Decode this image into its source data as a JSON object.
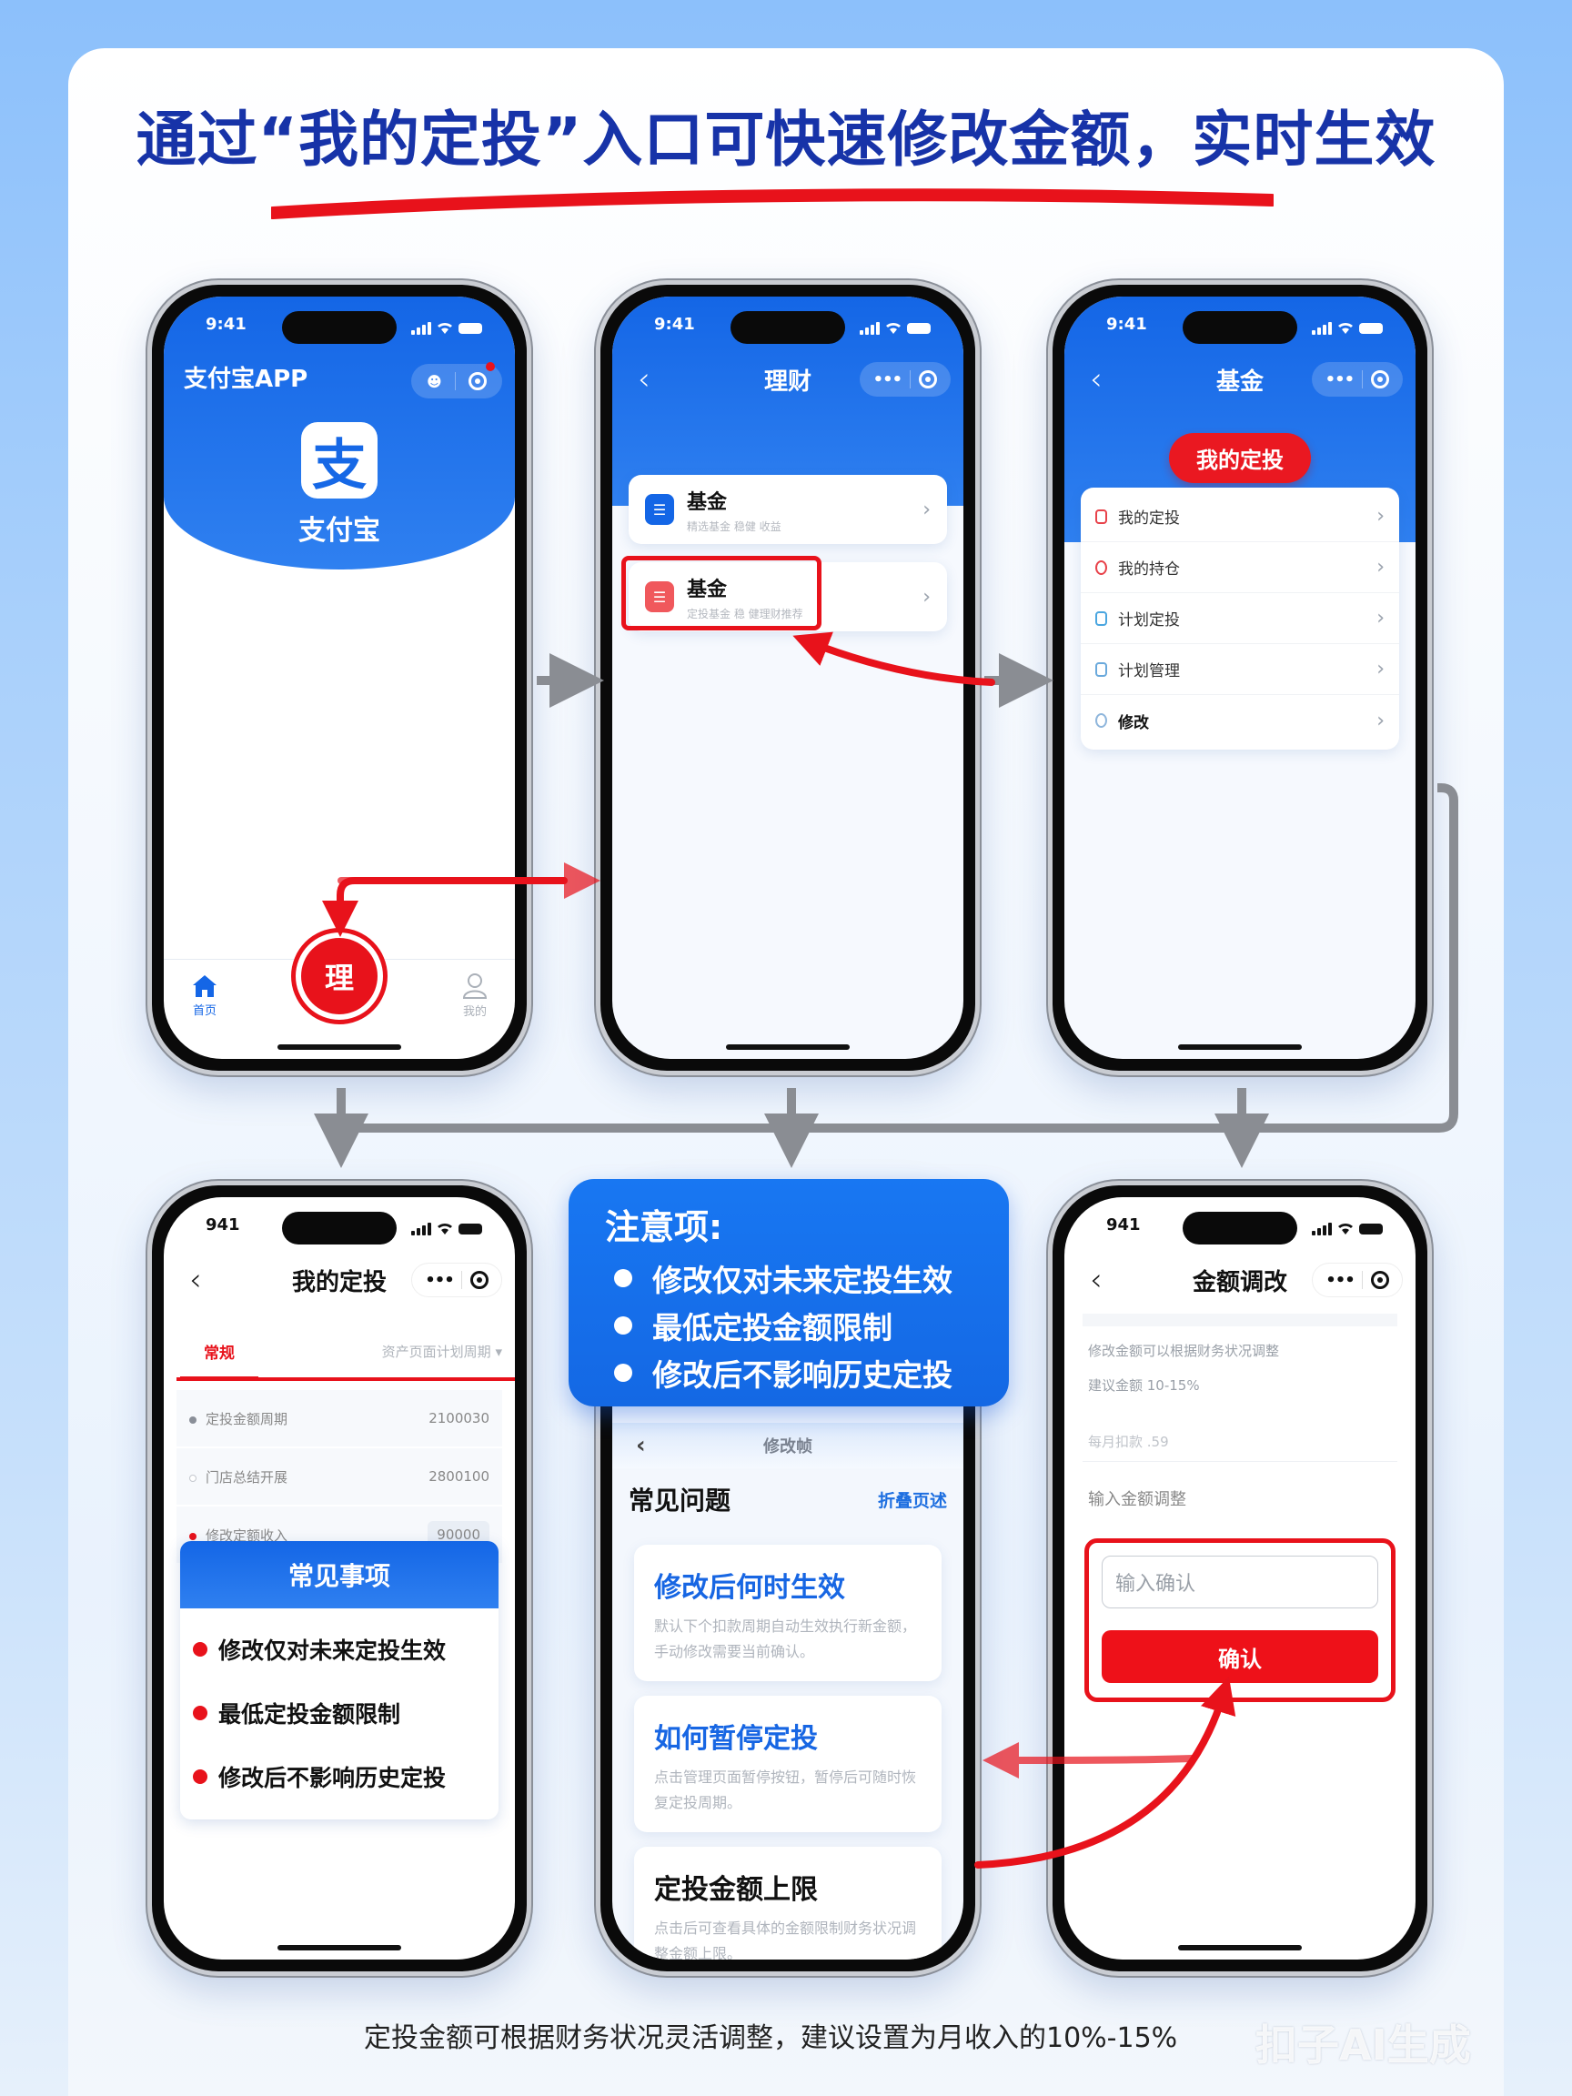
{
  "header": {
    "title": "通过“我的定投”入口可快速修改金额，实时生效"
  },
  "colors": {
    "brand_blue": "#1466e6",
    "title_blue": "#1733a8",
    "accent_red": "#e8121b",
    "arrow_gray": "#8a8d93"
  },
  "status_bar": {
    "time": "9:41",
    "time_alt": "941"
  },
  "phone1": {
    "app_title": "支付宝APP",
    "logo_glyph": "支",
    "logo_name": "支付宝",
    "tabs": [
      {
        "label": "首页",
        "icon": "home-icon"
      },
      {
        "label": "理",
        "icon": "wealth-icon"
      },
      {
        "label": "我的",
        "icon": "user-icon"
      }
    ]
  },
  "phone2": {
    "nav_title": "理财",
    "items": [
      {
        "title": "基金",
        "subtitle": "精选基金 稳健 收益",
        "icon_color": "#1466e6"
      },
      {
        "title": "基金",
        "subtitle": "定投基金 稳 健理财推荐",
        "icon_color": "#f0585c",
        "highlighted": true
      }
    ]
  },
  "phone3": {
    "nav_title": "基金",
    "pill_label": "我的定投",
    "menu": [
      {
        "label": "我的定投",
        "icon_color": "#e8424a"
      },
      {
        "label": "我的持仓",
        "icon_color": "#e8424a"
      },
      {
        "label": "计划定投",
        "icon_color": "#4aa6e0"
      },
      {
        "label": "计划管理",
        "icon_color": "#6aa9dc"
      },
      {
        "label": "修改",
        "icon_color": "#8fb6dc"
      }
    ]
  },
  "phone4": {
    "nav_title": "我的定投",
    "tab_active": "常规",
    "tab_dropdown": "资产页面计划周期",
    "rows": [
      {
        "label": "定投金额周期",
        "value": "2100030",
        "dot": "#8a8f98"
      },
      {
        "label": "门店总结开展",
        "value": "2800100",
        "dot": "#c4c8ce"
      },
      {
        "label": "修改定额收入",
        "value": "90000",
        "dot": "#e8121b"
      }
    ],
    "faq_title": "常见事项",
    "faq_items": [
      "修改仅对未来定投生效",
      "最低定投金额限制",
      "修改后不影响历史定投"
    ]
  },
  "notice": {
    "title": "注意项:",
    "items": [
      "修改仅对未来定投生效",
      "最低定投金额限制",
      "修改后不影响历史定投"
    ]
  },
  "phone5": {
    "nav_title": "修改帧",
    "section_title": "常见问题",
    "section_action": "折叠页述",
    "questions": [
      {
        "title": "修改后何时生效",
        "desc": "默认下个扣款周期自动生效执行新金额，手动修改需要当前确认。",
        "title_color": "#1766e3"
      },
      {
        "title": "如何暂停定投",
        "desc": "点击管理页面暂停按钮，暂停后可随时恢复定投周期。",
        "title_color": "#1766e3"
      },
      {
        "title": "定投金额上限",
        "desc": "点击后可查看具体的金额限制财务状况调整金额上限。",
        "title_color": "#111111"
      }
    ]
  },
  "phone6": {
    "nav_title": "金额调改",
    "hint1": "修改金额可以根据财务状况调整",
    "hint2": "建议金额 10-15%",
    "hint3": "每月扣款 .59",
    "section_label": "输入金额调整",
    "input_placeholder": "输入确认",
    "confirm_label": "确认"
  },
  "footer": {
    "note": "定投金额可根据财务状况灵活调整，建议设置为月收入的10%-15%"
  },
  "watermark": "扣子AI生成"
}
